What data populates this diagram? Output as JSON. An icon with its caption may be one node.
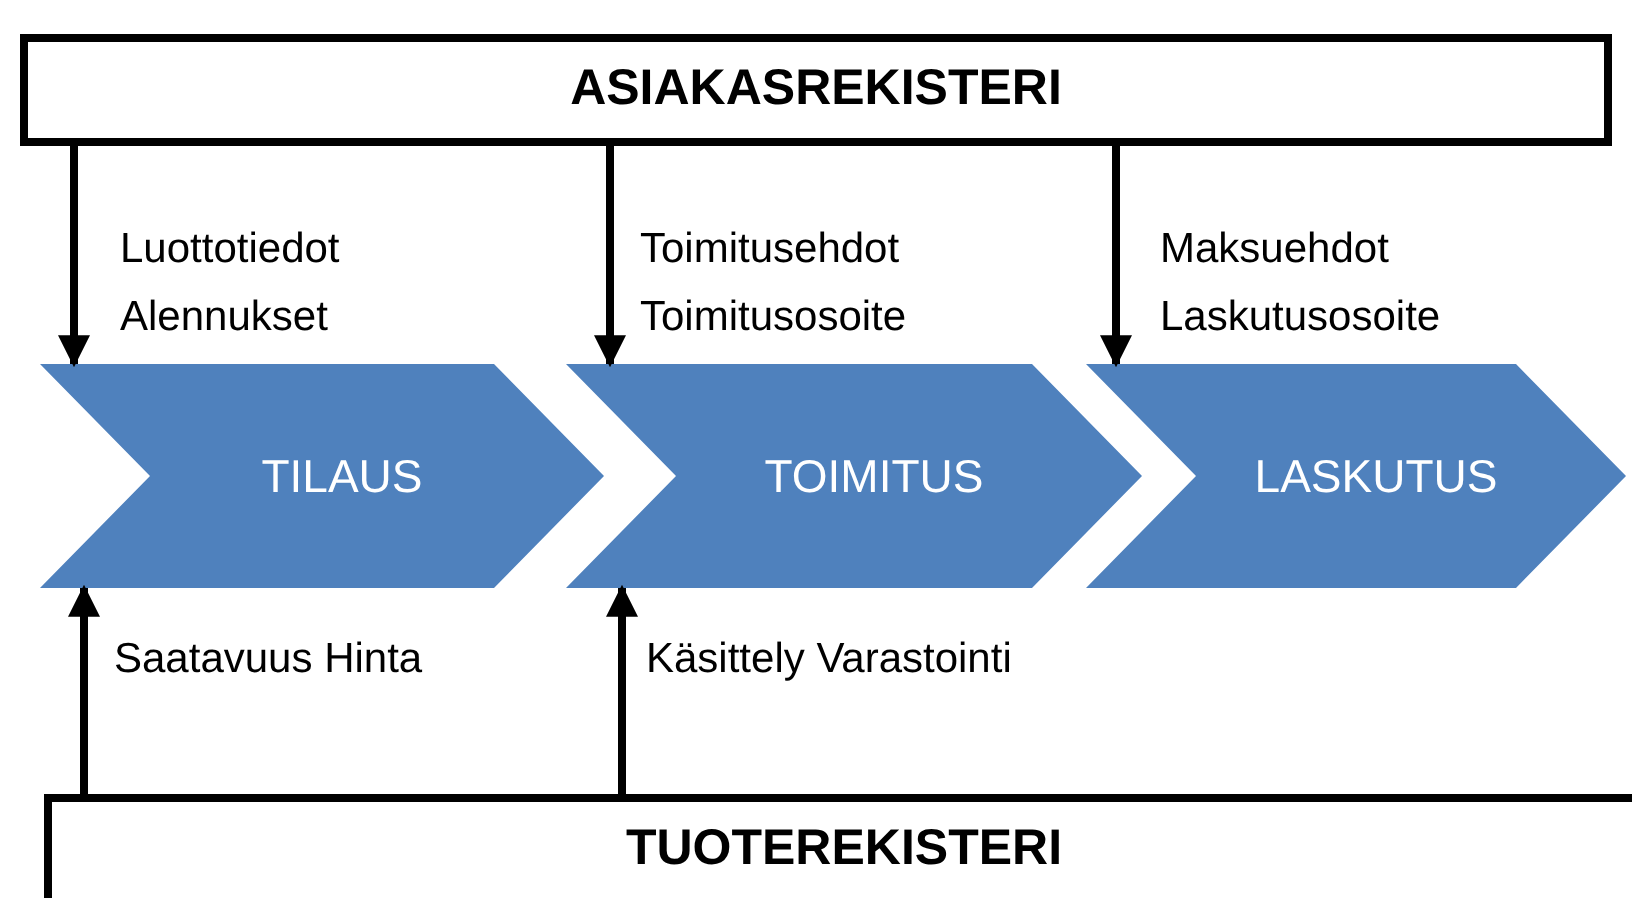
{
  "diagram": {
    "nodes": [
      {
        "text": [
          "ASIAKASREKISTERI"
        ]
      },
      {
        "text": [
          "TILAUS"
        ]
      },
      {
        "text": [
          "TOIMITUS"
        ]
      },
      {
        "text": [
          "LASKUTUS"
        ]
      },
      {
        "text": [
          "TUOTEREKISTERI"
        ]
      }
    ],
    "edges": [
      {
        "from": 0,
        "to": 1,
        "arrow": "to",
        "label": "Luottotiedot Alennukset"
      },
      {
        "from": 0,
        "to": 2,
        "arrow": "to",
        "label": "Toimitusehdot Toimitusosoite"
      },
      {
        "from": 0,
        "to": 3,
        "arrow": "to",
        "label": "Maksuehdot Laskutusosoite"
      },
      {
        "from": 4,
        "to": 1,
        "arrow": "to",
        "label": "Saatavuus Hinta"
      },
      {
        "from": 4,
        "to": 2,
        "arrow": "to",
        "label": "Käsittely Varastointi"
      }
    ]
  }
}
